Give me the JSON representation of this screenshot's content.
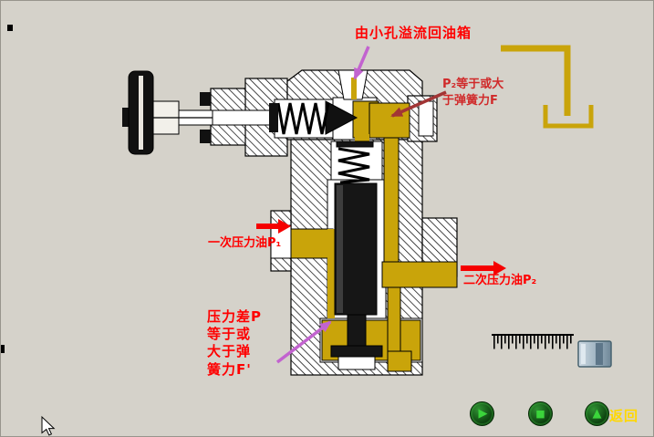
{
  "window": {
    "background": "#d5d2ca"
  },
  "diagram": {
    "annotations": {
      "overflow_to_tank": "由小孔溢流回油箱",
      "p2_condition": "P₂等于或大\n于弹簧力F",
      "primary_oil": "一次压力油P₁",
      "secondary_oil": "二次压力油P₂",
      "pressure_diff_condition": "压力差P\n等于或\n大于弹\n簧力F'"
    },
    "colors": {
      "annotation_red": "#ff0000",
      "condition_dark_red": "#d02a2a",
      "arrow_dark_red": "#a23535",
      "arrow_magenta": "#c263cf",
      "oil_yellow": "#c9a40a",
      "slider_blue": "#9fb4c2",
      "button_green": "#0a3b0c",
      "glyph_green": "#3bd43b",
      "return_yellow": "#ffd800"
    }
  },
  "player": {
    "buttons": [
      {
        "name": "play",
        "glyph": "▶"
      },
      {
        "name": "stop",
        "glyph": "■"
      },
      {
        "name": "return",
        "glyph": "▲"
      }
    ],
    "return_label": "返回"
  }
}
